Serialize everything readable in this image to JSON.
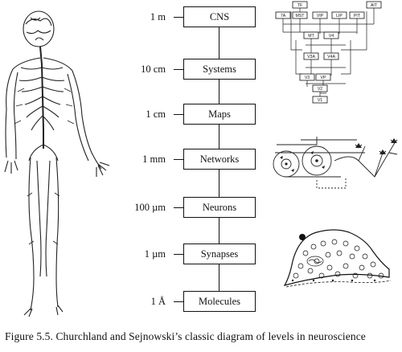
{
  "levels": [
    {
      "scale": "1 m",
      "name": "CNS"
    },
    {
      "scale": "10 cm",
      "name": "Systems"
    },
    {
      "scale": "1 cm",
      "name": "Maps"
    },
    {
      "scale": "1 mm",
      "name": "Networks"
    },
    {
      "scale": "100 µm",
      "name": "Neurons"
    },
    {
      "scale": "1 µm",
      "name": "Synapses"
    },
    {
      "scale": "1 Å",
      "name": "Molecules"
    }
  ],
  "systems_diagram": {
    "nodes": [
      "TF",
      "AIT",
      "7A",
      "MST",
      "VIP",
      "LIP",
      "PIT",
      "MT",
      "V4",
      "V3A",
      "V4A",
      "V3",
      "VP",
      "V2",
      "V1"
    ]
  },
  "caption": "Figure 5.5.  Churchland and Sejnowski’s classic diagram of levels in neuroscience"
}
